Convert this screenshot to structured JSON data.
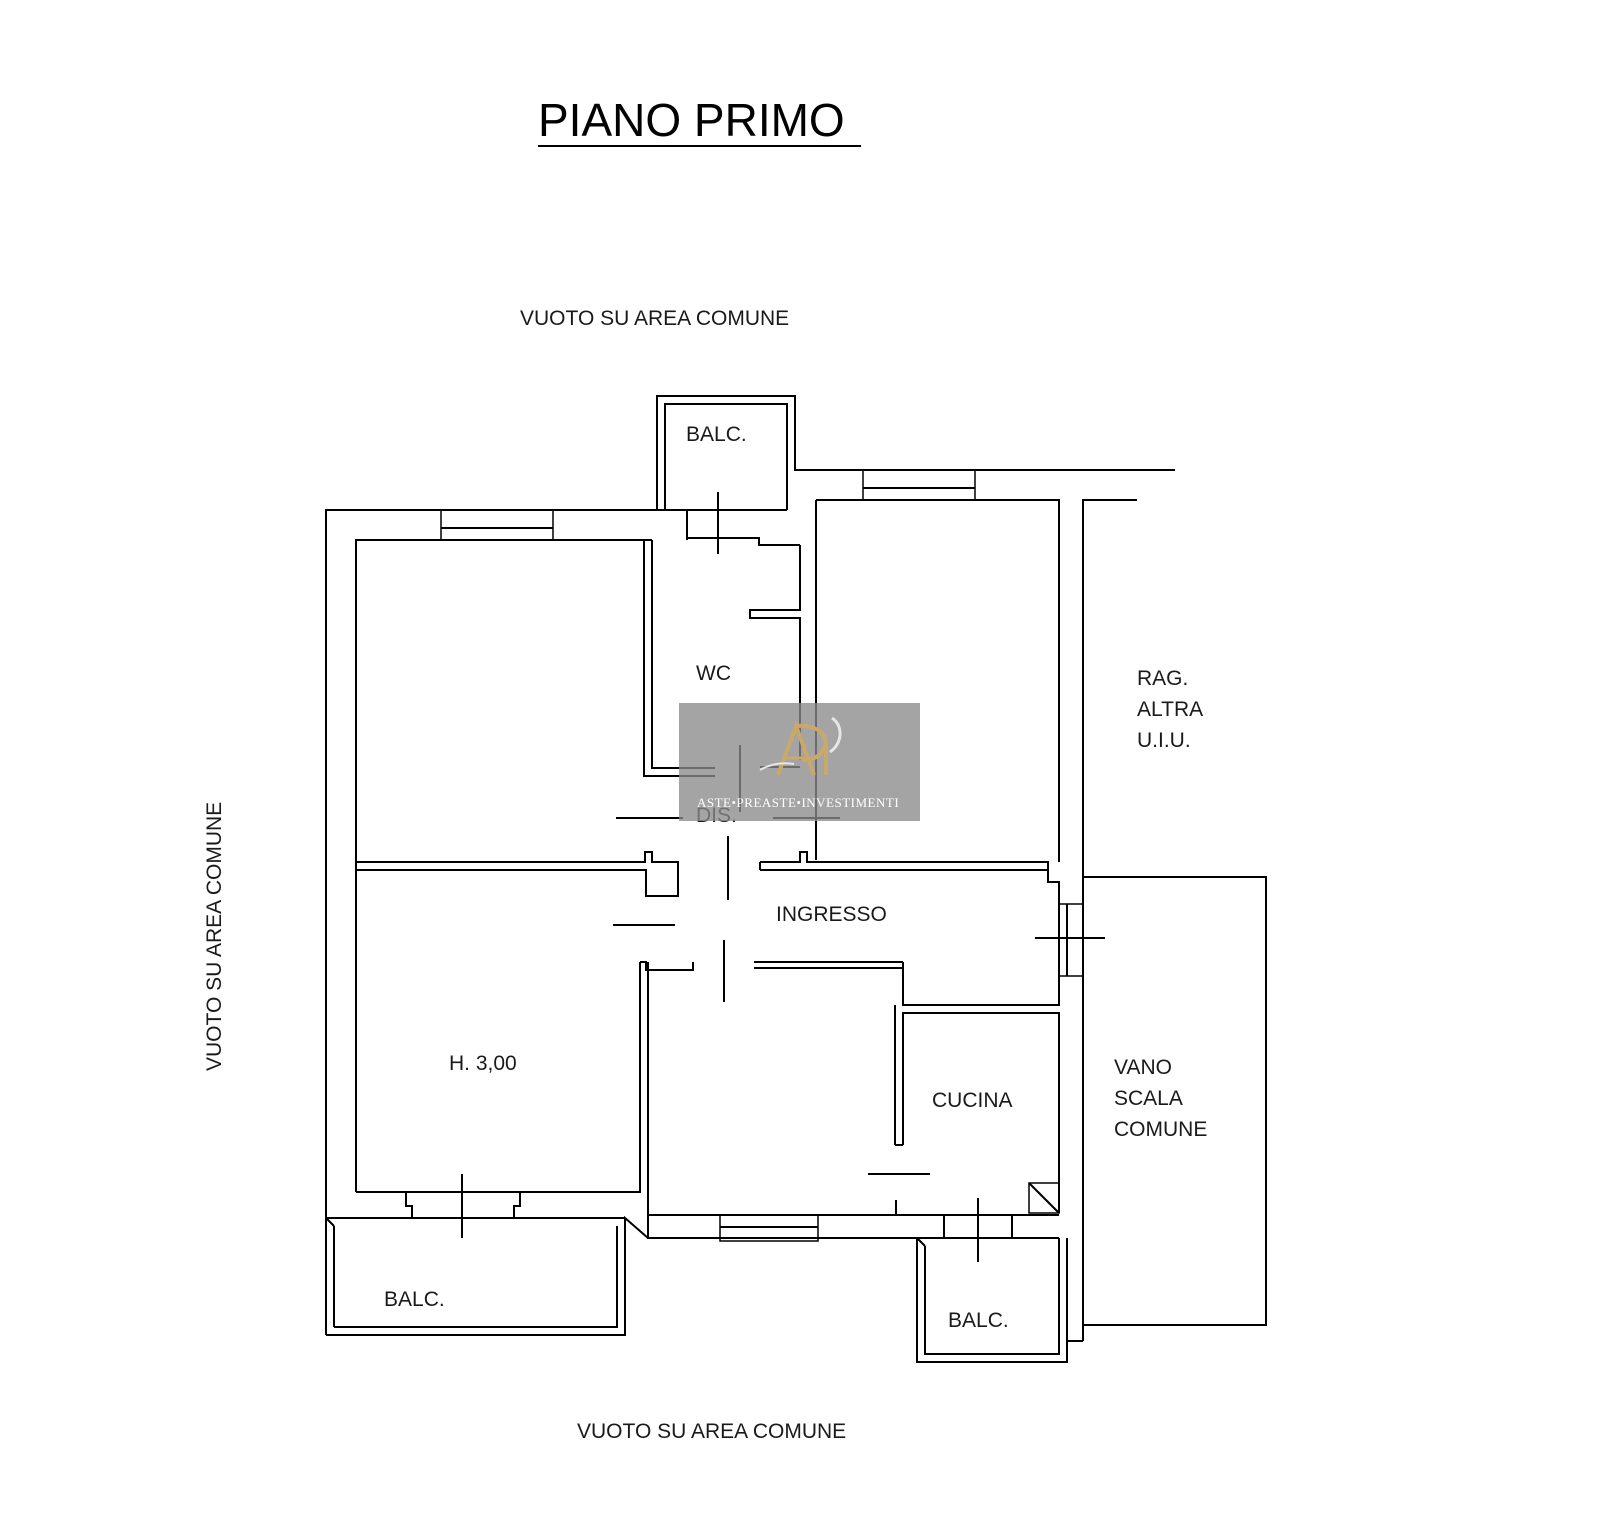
{
  "title": "PIANO PRIMO",
  "labels": {
    "void_top": "VUOTO SU AREA COMUNE",
    "void_left": "VUOTO SU AREA COMUNE",
    "void_bottom": "VUOTO SU AREA COMUNE",
    "balc_top": "BALC.",
    "balc_bottom_left": "BALC.",
    "balc_bottom_right": "BALC.",
    "wc": "WC",
    "dis": "DIS.",
    "ingresso": "INGRESSO",
    "height": "H. 3,00",
    "cucina": "CUCINA",
    "rag_line1": "RAG.",
    "rag_line2": "ALTRA",
    "rag_line3": "U.I.U.",
    "vano_line1": "VANO",
    "vano_line2": "SCALA",
    "vano_line3": "COMUNE"
  },
  "watermark": {
    "monogram": "APi",
    "text": "ASTE•PREASTE•INVESTIMENTI"
  },
  "colors": {
    "walls": "#000000",
    "background": "#ffffff",
    "watermark_bg": "#8a8a8a",
    "watermark_logo": "#c9a86a"
  }
}
